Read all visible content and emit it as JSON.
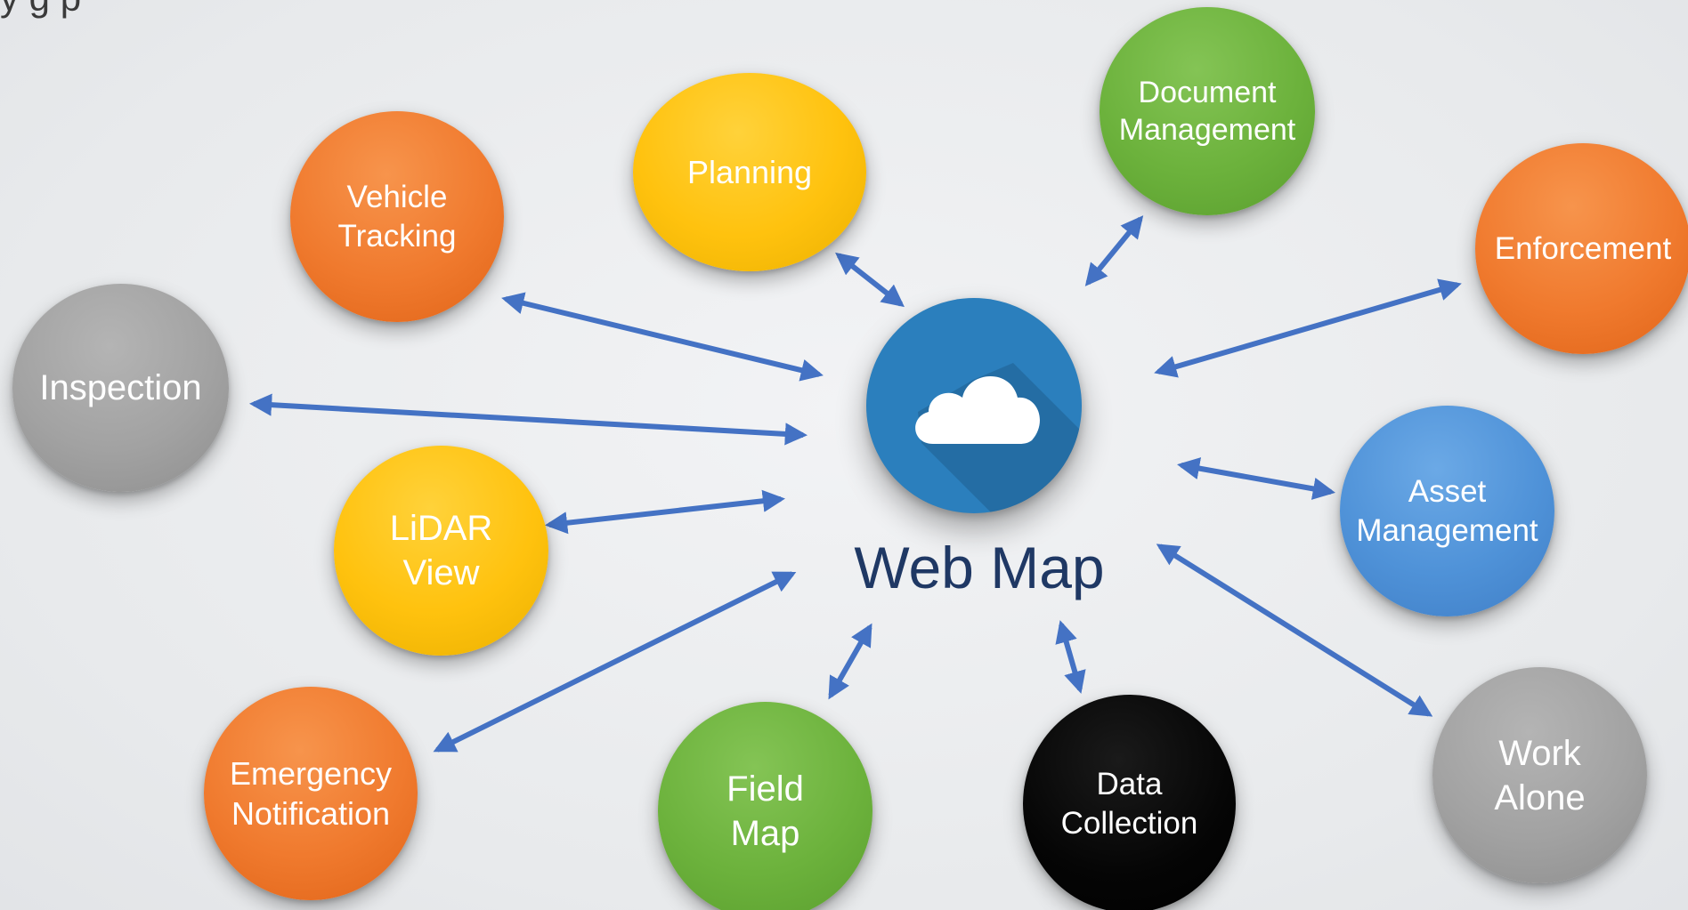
{
  "header_fragment": "y    g      p",
  "hub": {
    "label": "Web Map",
    "icon": "cloud-icon",
    "color": "#2b7fbd"
  },
  "nodes": {
    "planning": "Planning",
    "document_management": "Document\nManagement",
    "vehicle_tracking": "Vehicle\nTracking",
    "enforcement": "Enforcement",
    "inspection": "Inspection",
    "asset_management": "Asset\nManagement",
    "lidar_view": "LiDAR\nView",
    "emergency_notification": "Emergency\nNotification",
    "field_map": "Field\nMap",
    "data_collection": "Data\nCollection",
    "work_alone": "Work\nAlone"
  },
  "colors": {
    "orange": "#f07a2e",
    "yellow": "#ffc20e",
    "green": "#6cb23c",
    "gray": "#a2a2a2",
    "blue": "#4f92d8",
    "black": "#000000",
    "arrow": "#4472c4",
    "hub_label": "#1f3864"
  }
}
